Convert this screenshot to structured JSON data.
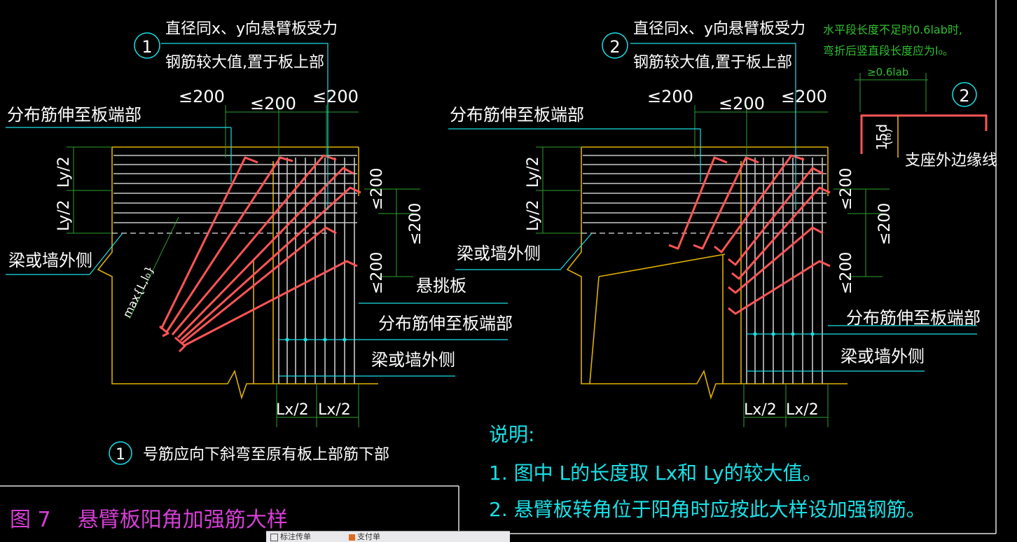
{
  "drawing": {
    "left_detail": {
      "callout_number": "1",
      "callout_text_line1": "直径同x、y向悬臂板受力",
      "callout_text_line2": "钢筋较大值,置于板上部",
      "dim_top_left": "≤200",
      "dim_top_mid": "≤200",
      "dim_top_right": "≤200",
      "label_distribution_top": "分布筋伸至板端部",
      "dim_ly_1": "Ly/2",
      "dim_ly_2": "Ly/2",
      "label_beam_wall_left": "梁或墙外侧",
      "dim_diag": "max{L,l₀}",
      "dim_right_1": "≤200",
      "dim_right_2": "≤200",
      "dim_right_3": "≤200",
      "label_cantilever": "悬挑板",
      "label_distribution_right": "分布筋伸至板端部",
      "label_beam_wall_bottom": "梁或墙外侧",
      "dim_lx_1": "Lx/2",
      "dim_lx_2": "Lx/2",
      "footnote_number": "1",
      "footnote_text": "号筋应向下斜弯至原有板上部筋下部"
    },
    "right_detail": {
      "callout_number": "2",
      "callout_text_line1": "直径同x、y向悬臂板受力",
      "callout_text_line2": "钢筋较大值,置于板上部",
      "dim_top_left": "≤200",
      "dim_top_mid": "≤200",
      "dim_top_right": "≤200",
      "label_distribution_top": "分布筋伸至板端部",
      "dim_ly_1": "Ly/2",
      "dim_ly_2": "Ly/2",
      "label_beam_wall_left": "梁或墙外侧",
      "dim_right_1": "≤200",
      "dim_right_2": "≤200",
      "dim_right_3": "≤200",
      "label_distribution_right": "分布筋伸至板端部",
      "label_beam_wall_bottom": "梁或墙外侧",
      "dim_lx_1": "Lx/2",
      "dim_lx_2": "Lx/2"
    },
    "inset": {
      "note_line1": "水平段长度不足时0.6lab时,",
      "note_line2": "弯折后竖直段长度应为l₀。",
      "dim_horizontal": "≥0.6lab",
      "callout_number": "2",
      "dim_vertical": "15d",
      "dim_lo": "(l₀)",
      "label_support_edge": "支座外边缘线"
    },
    "notes": {
      "heading": "说明:",
      "item1": "1. 图中 L的长度取 Lx和 Ly的较大值。",
      "item2": "2. 悬臂板转角位于阳角时应按此大样设加强钢筋。"
    },
    "title_block": {
      "title": "图 7    悬臂板阳角加强筋大样"
    }
  },
  "taskbar": {
    "item1": "标注传单",
    "item2": "支付单"
  },
  "colors": {
    "background": "#000000",
    "outline": "#e0b000",
    "rebar": "#ff5555",
    "dimension": "#2ea02e",
    "leader": "#19e0e6",
    "text": "#ffffff",
    "title": "#d63fd6"
  }
}
